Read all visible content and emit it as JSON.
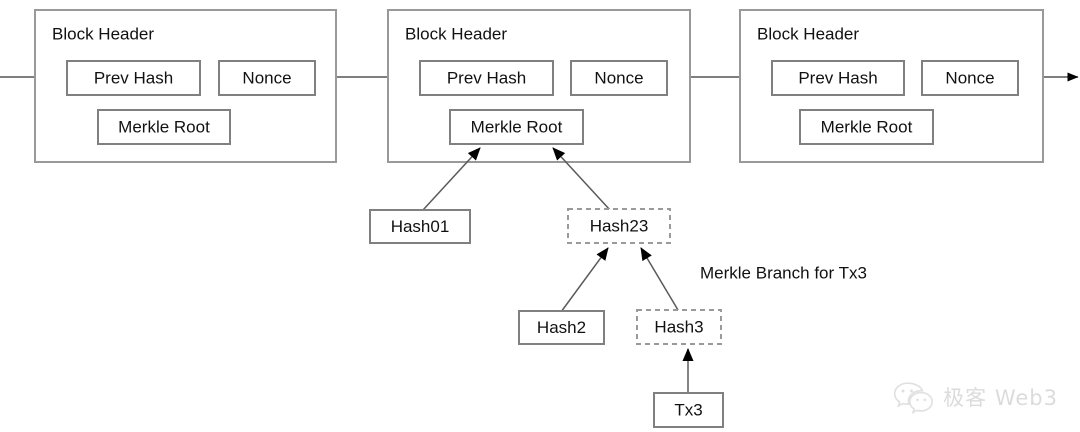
{
  "diagram": {
    "title": "Merkle Branch for Tx3",
    "annotation": "Merkle Branch for Tx3",
    "blocks": [
      {
        "header_label": "Block Header",
        "prev_hash_label": "Prev Hash",
        "nonce_label": "Nonce",
        "merkle_root_label": "Merkle Root"
      },
      {
        "header_label": "Block Header",
        "prev_hash_label": "Prev Hash",
        "nonce_label": "Nonce",
        "merkle_root_label": "Merkle Root"
      },
      {
        "header_label": "Block Header",
        "prev_hash_label": "Prev Hash",
        "nonce_label": "Nonce",
        "merkle_root_label": "Merkle Root"
      }
    ],
    "tree_nodes": [
      {
        "label": "Hash01",
        "style": "solid"
      },
      {
        "label": "Hash23",
        "style": "dashed"
      },
      {
        "label": "Hash2",
        "style": "solid"
      },
      {
        "label": "Hash3",
        "style": "dashed"
      },
      {
        "label": "Tx3",
        "style": "solid"
      }
    ],
    "colors": {
      "block_border": "#999999",
      "inner_border": "#808080",
      "dashed_border": "#9a9a9a",
      "line": "#555555",
      "text": "#111111",
      "background": "#ffffff"
    }
  },
  "watermark": {
    "text": "极客 Web3",
    "icon": "wechat-icon"
  }
}
